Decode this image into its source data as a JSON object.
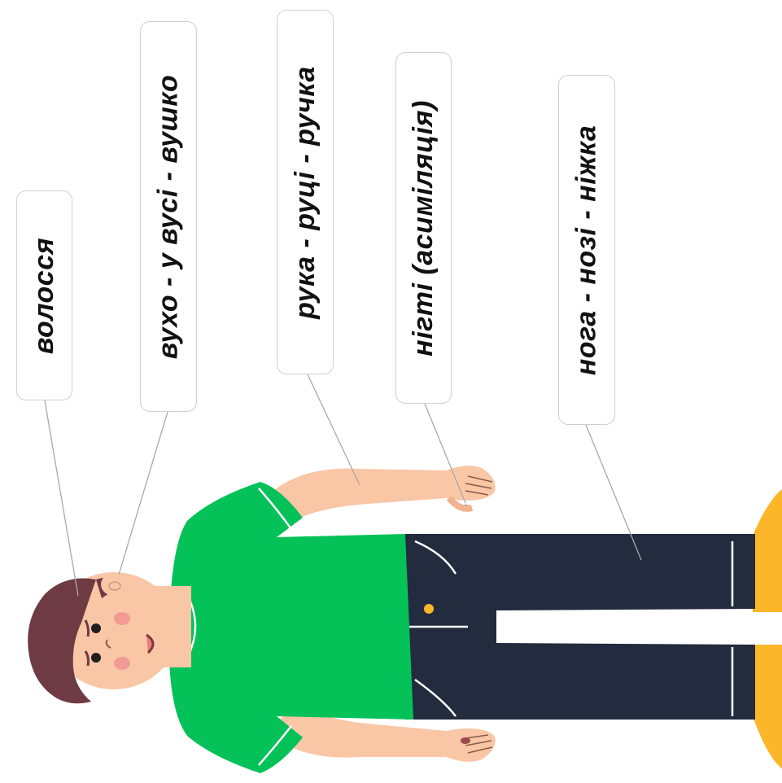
{
  "labels": {
    "hair": "волосся",
    "ear": "вухо - у вусі - вушко",
    "hand": "рука - руці - ручка",
    "nails": "нігті (асиміляція)",
    "leg": "нога - нозі - ніжка"
  },
  "colors": {
    "shirt": "#04c158",
    "shirt_shadow": "#03a74b",
    "skin": "#f9c6a6",
    "hair": "#6e3a44",
    "pants": "#232b3e",
    "shoes": "#fbb62a",
    "pointer_line": "#a9a9a9",
    "box_border": "#cfcfcf"
  }
}
